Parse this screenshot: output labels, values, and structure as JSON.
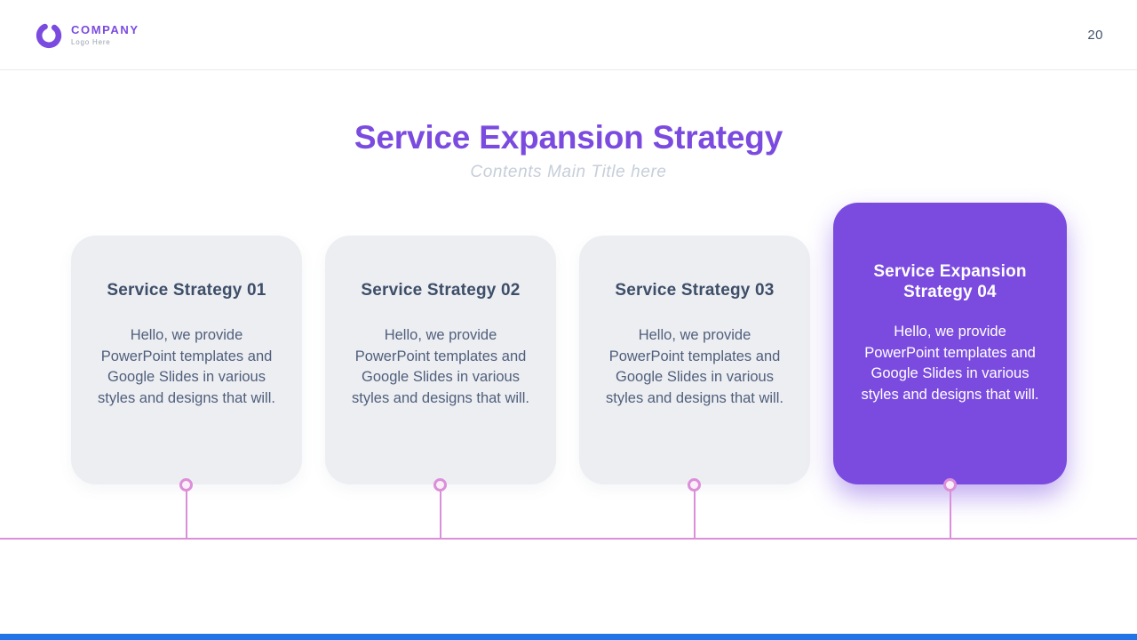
{
  "header": {
    "logo_name": "COMPANY",
    "logo_tagline": "Logo Here",
    "page_number": "20"
  },
  "title": {
    "main": "Service Expansion Strategy",
    "subtitle": "Contents Main Title here"
  },
  "cards": [
    {
      "variant": "light",
      "name": "strategy-card-01",
      "title": "Service Strategy 01",
      "body": "Hello, we provide PowerPoint templates and Google Slides in various styles and designs that will."
    },
    {
      "variant": "light",
      "name": "strategy-card-02",
      "title": "Service Strategy 02",
      "body": "Hello, we provide PowerPoint templates and Google Slides in various styles and designs that will."
    },
    {
      "variant": "light",
      "name": "strategy-card-03",
      "title": "Service Strategy 03",
      "body": "Hello, we provide PowerPoint templates and Google Slides in various styles and designs that will."
    },
    {
      "variant": "purple",
      "name": "strategy-card-04-highlighted",
      "title": "Service Expansion Strategy 04",
      "body": "Hello, we provide PowerPoint templates and Google Slides in various styles and designs that will."
    }
  ],
  "colors": {
    "accent_purple": "#7b4be0",
    "card_light_bg": "#edeef2",
    "card_title_slate": "#3d4e68",
    "card_body_text": "#4f5f7b",
    "connector_pink": "#dc8fd9",
    "subtitle_gray": "#c6ceda",
    "page_number_slate": "#44546a",
    "footer_bar_blue": "#2272e8"
  }
}
